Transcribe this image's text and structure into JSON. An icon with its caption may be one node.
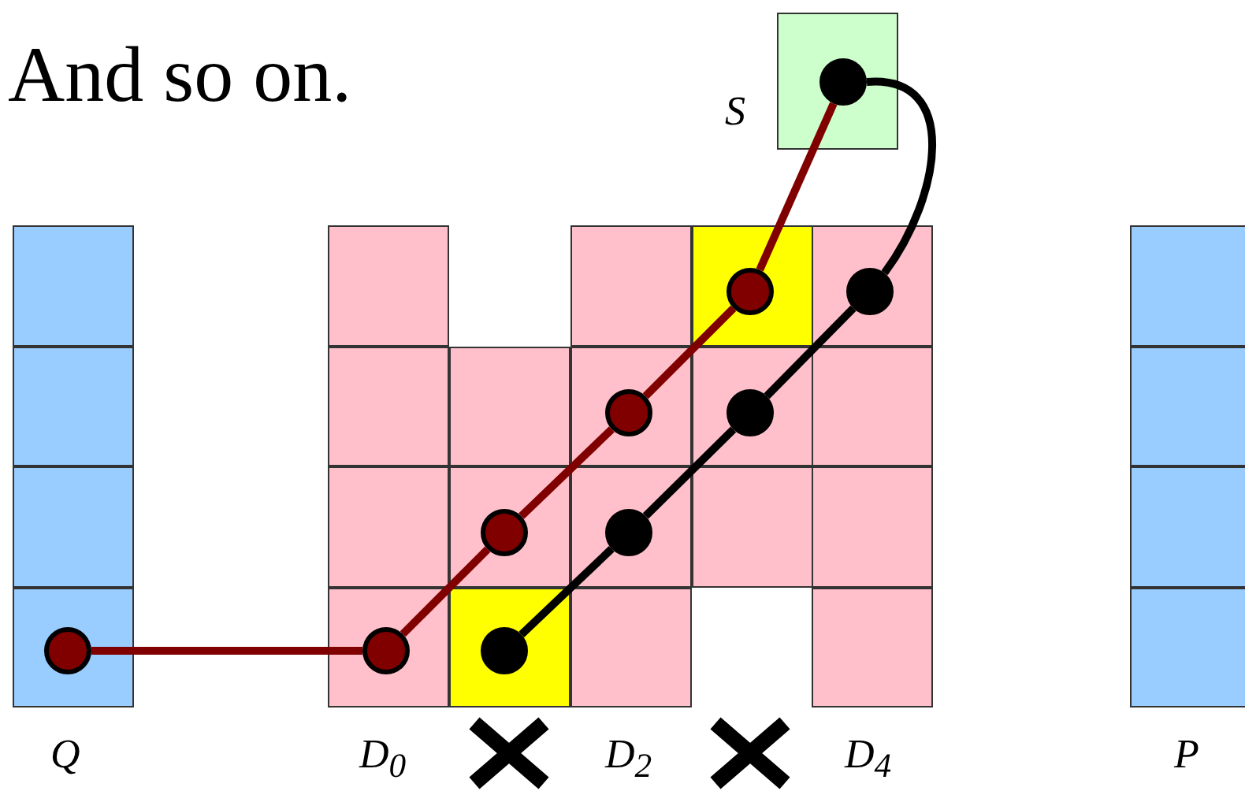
{
  "diagram": {
    "nodes": [
      {
        "text": [],
        "shape": "circle"
      },
      {
        "text": [],
        "shape": "circle"
      },
      {
        "text": [],
        "shape": "circle"
      },
      {
        "text": [],
        "shape": "circle"
      },
      {
        "text": [],
        "shape": "circle"
      },
      {
        "text": [],
        "shape": "circle"
      },
      {
        "text": [],
        "shape": "circle"
      },
      {
        "text": [],
        "shape": "circle"
      },
      {
        "text": [],
        "shape": "circle"
      },
      {
        "text": [],
        "shape": "circle"
      }
    ],
    "edges": [
      {
        "from": 0,
        "to": 1,
        "arrow": "none",
        "color": "#800000"
      },
      {
        "from": 1,
        "to": 2,
        "arrow": "none",
        "color": "#800000"
      },
      {
        "from": 2,
        "to": 3,
        "arrow": "none",
        "color": "#800000"
      },
      {
        "from": 3,
        "to": 4,
        "arrow": "none",
        "color": "#800000"
      },
      {
        "from": 4,
        "to": 5,
        "arrow": "none",
        "color": "#800000"
      },
      {
        "from": 6,
        "to": 7,
        "arrow": "none",
        "color": "#000000"
      },
      {
        "from": 7,
        "to": 8,
        "arrow": "none",
        "color": "#000000"
      },
      {
        "from": 8,
        "to": 9,
        "arrow": "none",
        "color": "#000000"
      },
      {
        "from": 9,
        "to": 5,
        "arrow": "none",
        "color": "#000000"
      }
    ],
    "labels": [
      "And so on.",
      "S",
      "Q",
      "D$_{0}$",
      "D$_{2}$",
      "D$_{4}$",
      "P"
    ]
  }
}
